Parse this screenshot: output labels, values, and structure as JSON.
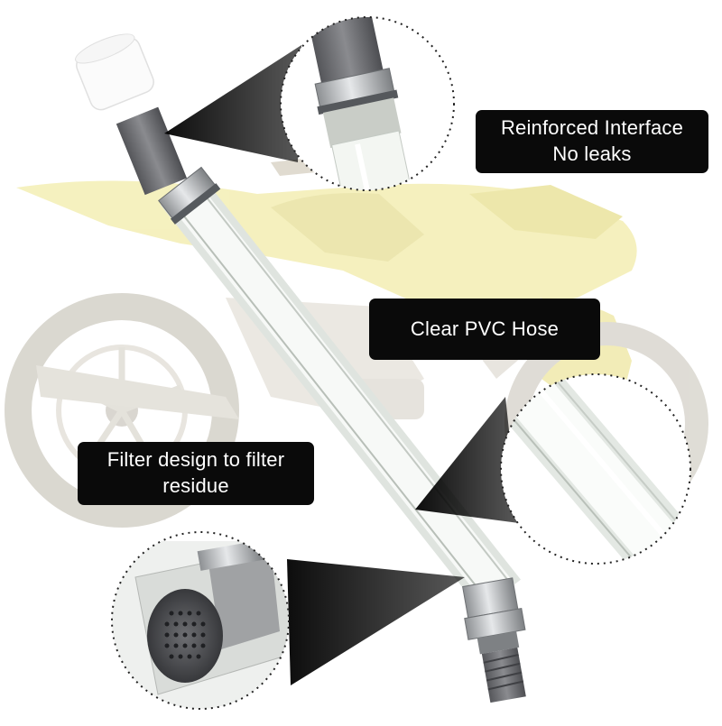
{
  "callouts": {
    "reinforced": {
      "line1": "Reinforced Interface",
      "line2": "No leaks"
    },
    "hose": {
      "line1": "Clear PVC Hose"
    },
    "filter": {
      "line1": "Filter design to filter",
      "line2": "residue"
    }
  },
  "colors": {
    "callout_bg": "#0a0a0a",
    "callout_text": "#ffffff",
    "motorcycle_yellow": "#f4efb8",
    "tube_gray": "#6f7074",
    "hose_clear": "#eef2ee",
    "clamp_silver": "#b9bbbd"
  },
  "icons": [
    "motorcycle-background",
    "hose-product",
    "detail-magnifier"
  ]
}
